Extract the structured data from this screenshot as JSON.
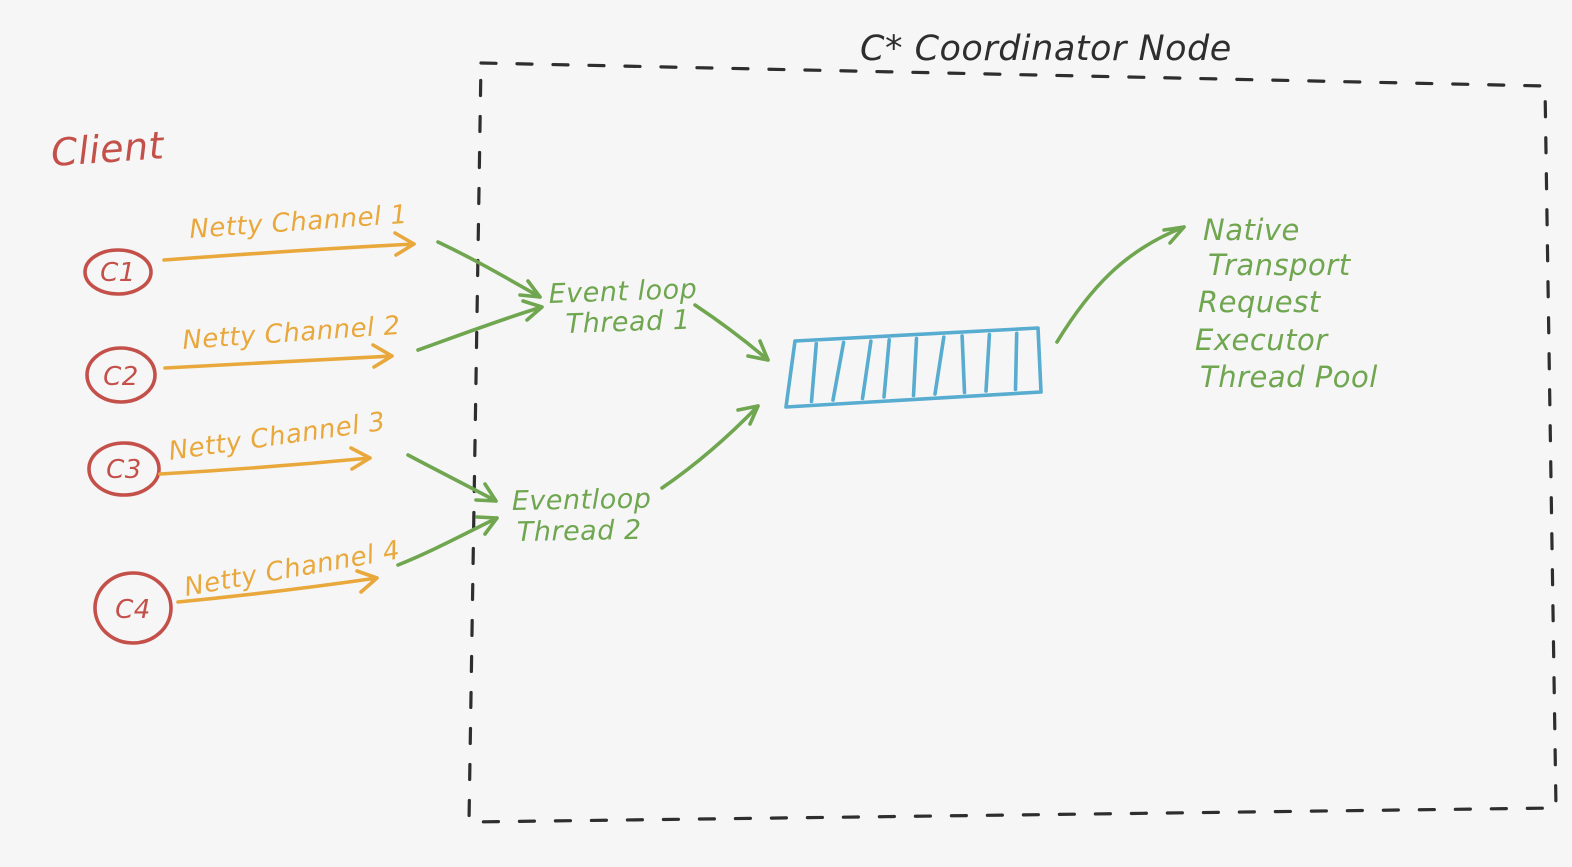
{
  "colors": {
    "ink": "#2e2e2e",
    "red": "#c4504a",
    "orange": "#e9a83c",
    "green": "#6fa64f",
    "blue": "#57accf",
    "background": "#f6f6f7"
  },
  "client": {
    "label": "Client",
    "connections": [
      {
        "id": "C1",
        "channel": "Netty Channel 1"
      },
      {
        "id": "C2",
        "channel": "Netty Channel 2"
      },
      {
        "id": "C3",
        "channel": "Netty Channel 3"
      },
      {
        "id": "C4",
        "channel": "Netty Channel 4"
      }
    ]
  },
  "coordinator": {
    "title": "C* Coordinator Node",
    "event_loops": [
      {
        "lines": [
          "Event loop",
          "Thread 1"
        ]
      },
      {
        "lines": [
          "Eventloop",
          "Thread 2"
        ]
      }
    ],
    "queue": {
      "divider_count": 9
    },
    "thread_pool_lines": [
      "Native",
      "Transport",
      "Request",
      "Executor",
      "Thread Pool"
    ]
  }
}
